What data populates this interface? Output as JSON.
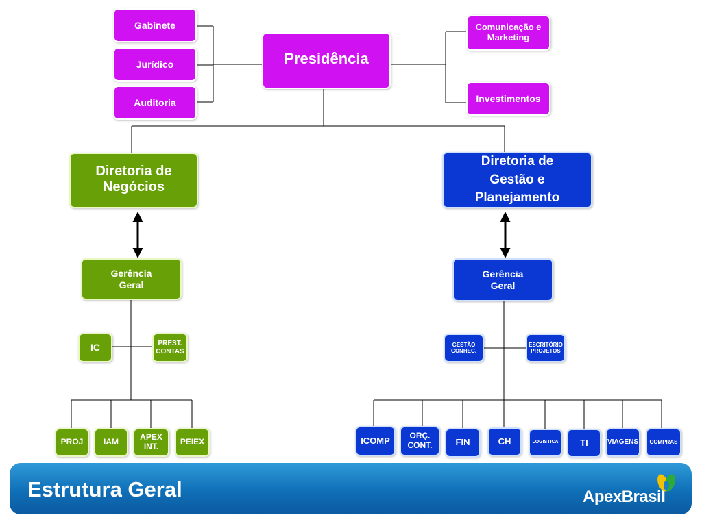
{
  "diagram": {
    "top": {
      "presidencia": "Presidência",
      "gabinete": "Gabinete",
      "juridico": "Jurídico",
      "auditoria": "Auditoria",
      "comunicacao": "Comunicação  e\nMarketing",
      "investimentos": "Investimentos"
    },
    "negocios": {
      "diretoria": "Diretoria de\nNegócios",
      "gerencia": "Gerência\nGeral",
      "ic": "IC",
      "prest_contas": "PREST.\nCONTAS",
      "units": [
        "PROJ",
        "IAM",
        "APEX\nINT.",
        "PEIEX"
      ]
    },
    "gestao": {
      "diretoria": "Diretoria de\nGestão e\nPlanejamento",
      "gerencia": "Gerência\nGeral",
      "gestao_conhec": "GESTÃO\nCONHEC.",
      "escritorio_projetos": "ESCRITÓRIO\nPROJETOS",
      "units": [
        "ICOMP",
        "ORÇ.\nCONT.",
        "FIN",
        "CH",
        "LOGISTICA",
        "TI",
        "VIAGENS",
        "COMPRAS"
      ]
    }
  },
  "footer": {
    "title": "Estrutura Geral",
    "brand": "ApexBrasil"
  },
  "colors": {
    "presidency_purple": "#d012f2",
    "negocios_green": "#67a007",
    "gestao_blue": "#0b38d3",
    "footer_blue": "#0f6fb7",
    "logo_yellow": "#f2c200",
    "logo_green": "#2eaa3a"
  },
  "icons": {
    "bidirectional_arrow": "double-arrow-icon",
    "logo": "apexbrasil-logo-icon"
  }
}
